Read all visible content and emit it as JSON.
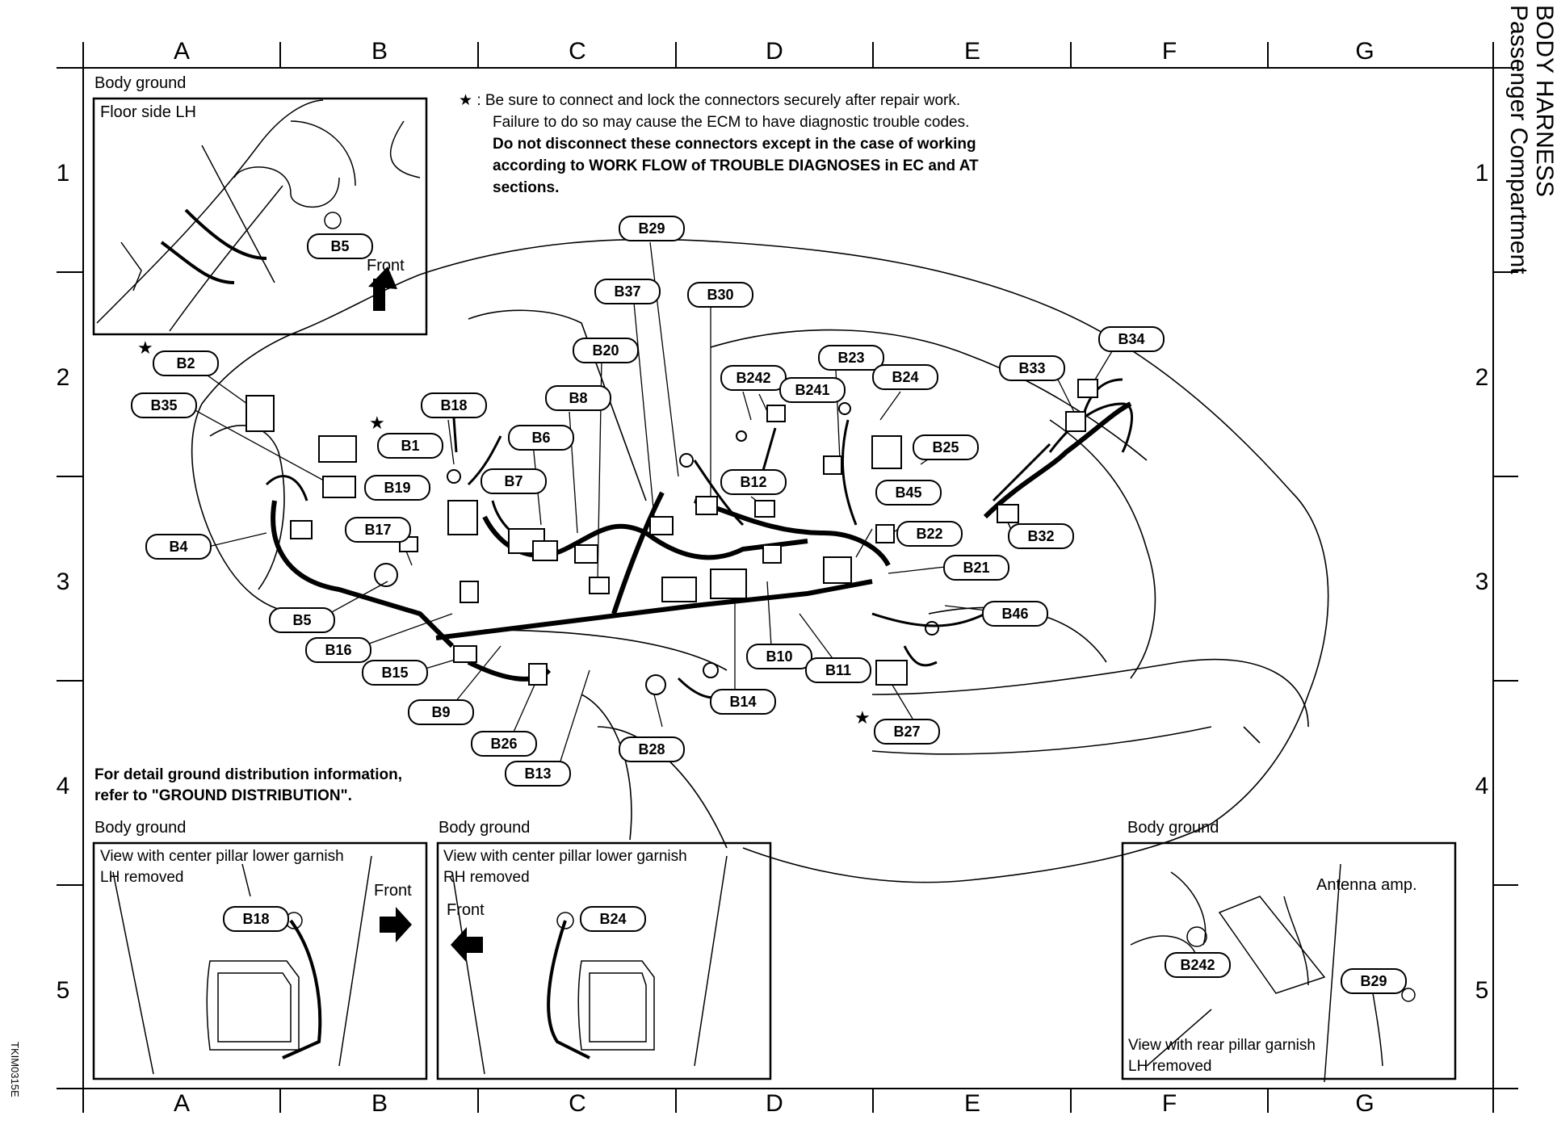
{
  "title": {
    "line1": "BODY HARNESS",
    "line2": "Passenger Compartment"
  },
  "grid": {
    "columns": [
      "A",
      "B",
      "C",
      "D",
      "E",
      "F",
      "G"
    ],
    "rows": [
      "1",
      "2",
      "3",
      "4",
      "5"
    ]
  },
  "notes": {
    "star_symbol": "★",
    "line1": ": Be sure to connect and lock the connectors securely after repair work.",
    "line2": "Failure to do so may cause the ECM to have diagnostic trouble codes.",
    "line3": "Do not disconnect these connectors except in the case of working",
    "line4": "according to WORK FLOW of TROUBLE DIAGNOSES in EC and AT",
    "line5": "sections.",
    "ground_line1": "For detail ground distribution information,",
    "ground_line2": "refer to \"GROUND DISTRIBUTION\"."
  },
  "insets": {
    "top_left": {
      "caption": "Body ground",
      "label": "Floor side LH",
      "connector": "B5",
      "direction": "Front"
    },
    "bottom_left": {
      "caption": "Body ground",
      "line1": "View with center pillar lower garnish",
      "line2": "LH removed",
      "connector": "B18",
      "direction": "Front"
    },
    "bottom_center": {
      "caption": "Body ground",
      "line1": "View with center pillar lower garnish",
      "line2": "RH removed",
      "connector": "B24",
      "direction": "Front"
    },
    "bottom_right": {
      "caption": "Body ground",
      "component": "Antenna amp.",
      "connector_a": "B242",
      "connector_b": "B29",
      "line1": "View with rear pillar garnish",
      "line2": "LH removed"
    }
  },
  "connectors": {
    "B1": "B1",
    "B2": "B2",
    "B4": "B4",
    "B5": "B5",
    "B6": "B6",
    "B7": "B7",
    "B8": "B8",
    "B9": "B9",
    "B10": "B10",
    "B11": "B11",
    "B12": "B12",
    "B13": "B13",
    "B14": "B14",
    "B15": "B15",
    "B16": "B16",
    "B17": "B17",
    "B18": "B18",
    "B19": "B19",
    "B20": "B20",
    "B21": "B21",
    "B22": "B22",
    "B23": "B23",
    "B24": "B24",
    "B25": "B25",
    "B26": "B26",
    "B27": "B27",
    "B28": "B28",
    "B29": "B29",
    "B30": "B30",
    "B32": "B32",
    "B33": "B33",
    "B34": "B34",
    "B35": "B35",
    "B37": "B37",
    "B45": "B45",
    "B46": "B46",
    "B241": "B241",
    "B242": "B242"
  },
  "doc_code": "TKIM0315E"
}
